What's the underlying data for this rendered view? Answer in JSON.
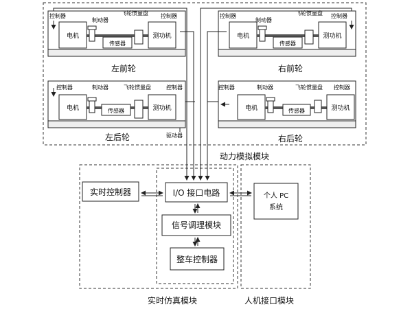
{
  "modules": {
    "dynamics": "动力模拟模块",
    "realtime_sim": "实时仿真模块",
    "hmi": "人机接口模块"
  },
  "wheels": [
    {
      "name": "左前轮",
      "controller_left": "控制器",
      "brake": "制动器",
      "flywheel": "飞轮惯量盘",
      "controller_right": "控制器",
      "motor": "电机",
      "sensor": "传感器",
      "dyno": "测功机"
    },
    {
      "name": "右前轮",
      "controller_left": "控制器",
      "brake": "制动器",
      "flywheel": "飞轮惯量盘",
      "controller_right": "控制器",
      "motor": "电机",
      "sensor": "传感器",
      "dyno": "测功机"
    },
    {
      "name": "左后轮",
      "controller_left": "控制器",
      "brake": "制动器",
      "flywheel": "飞轮惯量盘",
      "controller_right": "控制器",
      "motor": "电机",
      "sensor": "传感器",
      "dyno": "测功机",
      "driver": "驱动器"
    },
    {
      "name": "右后轮",
      "controller_left": "控制器",
      "brake": "制动器",
      "flywheel": "飞轮惯量盘",
      "controller_right": "控制器",
      "motor": "电机",
      "sensor": "传感器",
      "dyno": "测功机"
    }
  ],
  "blocks": {
    "realtime_controller": "实时控制器",
    "io_circuit": "I/O 接口电路",
    "signal_module": "信号调理模块",
    "vehicle_controller": "整车控制器",
    "pc_line1": "个人 PC",
    "pc_line2": "系统"
  }
}
